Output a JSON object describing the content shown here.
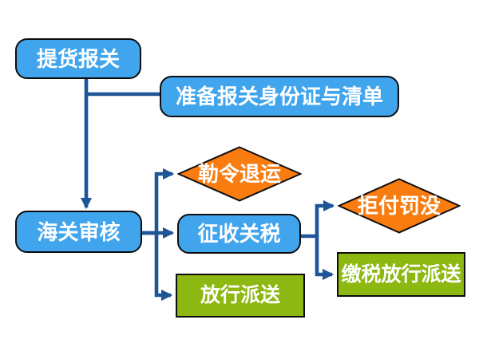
{
  "diagram": {
    "type": "flowchart",
    "language": "zh-CN",
    "colors": {
      "process_fill": "#41A5EE",
      "decision_fill": "#F97C11",
      "terminal_fill": "#8CB811",
      "connector": "#1D5596",
      "shape_border": "#0d0d0d",
      "text": "#FFFFFF",
      "background": "#FFFFFF"
    },
    "nodes": [
      {
        "id": "pickup",
        "label": "提货报关",
        "shape": "rounded-rect",
        "fill": "#41A5EE"
      },
      {
        "id": "prepare",
        "label": "准备报关身份证与清单",
        "shape": "rounded-rect",
        "fill": "#41A5EE"
      },
      {
        "id": "review",
        "label": "海关审核",
        "shape": "rounded-rect",
        "fill": "#41A5EE"
      },
      {
        "id": "return",
        "label": "勒令退运",
        "shape": "diamond",
        "fill": "#F97C11"
      },
      {
        "id": "collect",
        "label": "征收关税",
        "shape": "rounded-rect",
        "fill": "#41A5EE"
      },
      {
        "id": "refuse",
        "label": "拒付罚没",
        "shape": "diamond",
        "fill": "#F97C11"
      },
      {
        "id": "release",
        "label": "放行派送",
        "shape": "rect",
        "fill": "#8CB811"
      },
      {
        "id": "paytax",
        "label": "缴税放行派送",
        "shape": "rect",
        "fill": "#8CB811"
      }
    ],
    "edges": [
      {
        "from": "pickup",
        "to": "review",
        "arrow": true
      },
      {
        "from": "pickup",
        "to": "prepare",
        "arrow": false
      },
      {
        "from": "review",
        "to": "return",
        "arrow": true
      },
      {
        "from": "review",
        "to": "collect",
        "arrow": true
      },
      {
        "from": "review",
        "to": "release",
        "arrow": true
      },
      {
        "from": "collect",
        "to": "refuse",
        "arrow": true
      },
      {
        "from": "collect",
        "to": "paytax",
        "arrow": true
      }
    ]
  }
}
